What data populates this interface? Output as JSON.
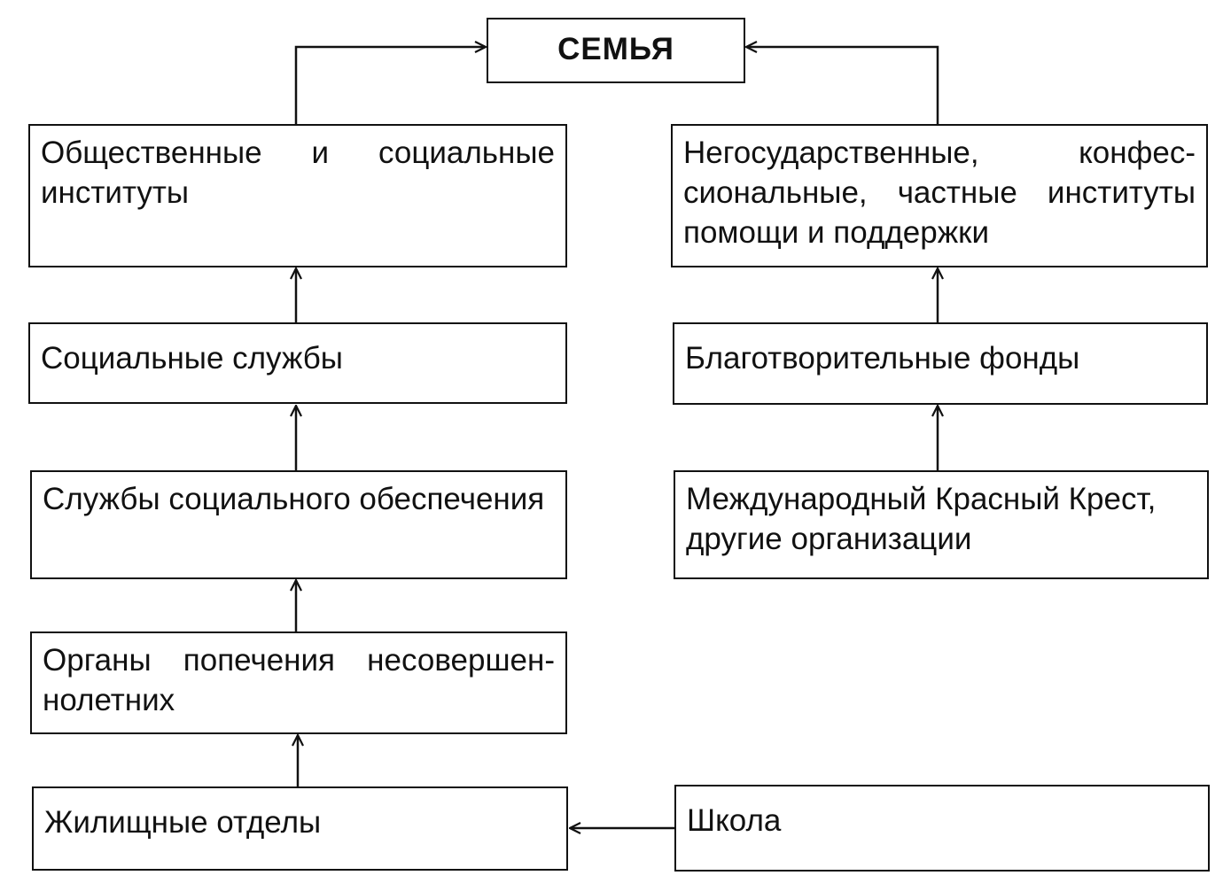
{
  "diagram": {
    "root": {
      "label": "СЕМЬЯ"
    },
    "left_column": [
      {
        "id": "public_institutions",
        "label": "Общественные и социальные институты"
      },
      {
        "id": "social_services",
        "label": "Социальные службы"
      },
      {
        "id": "social_security_services",
        "label": "Службы социального обес­печения"
      },
      {
        "id": "guardianship",
        "label": "Органы попечения несовершен­нолетних"
      },
      {
        "id": "housing_departments",
        "label": "Жилищные отделы"
      }
    ],
    "right_column": [
      {
        "id": "nongovernmental",
        "label": "Негосударственные, конфес­сиональные, частные институты помощи и поддержки"
      },
      {
        "id": "charity_funds",
        "label": "Благотворительные фонды"
      },
      {
        "id": "red_cross",
        "label": "Международный Красный Крест, другие организации"
      },
      {
        "id": "school",
        "label": "Школа"
      }
    ],
    "edges": [
      {
        "from": "public_institutions",
        "to": "root"
      },
      {
        "from": "nongovernmental",
        "to": "root"
      },
      {
        "from": "social_services",
        "to": "public_institutions"
      },
      {
        "from": "social_security_services",
        "to": "social_services"
      },
      {
        "from": "guardianship",
        "to": "social_security_services"
      },
      {
        "from": "housing_departments",
        "to": "guardianship"
      },
      {
        "from": "charity_funds",
        "to": "nongovernmental"
      },
      {
        "from": "red_cross",
        "to": "charity_funds"
      },
      {
        "from": "school",
        "to": "housing_departments"
      }
    ]
  }
}
